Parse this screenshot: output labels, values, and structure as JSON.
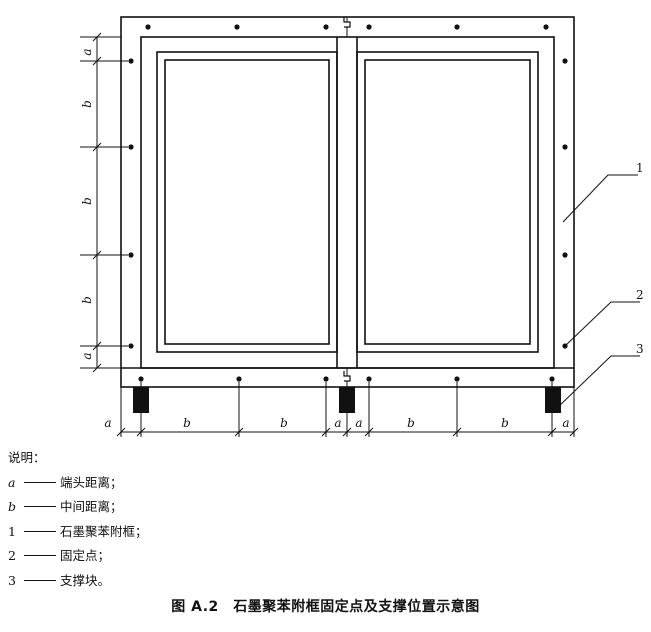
{
  "dimension_labels": {
    "a": "a",
    "b": "b"
  },
  "callouts": [
    "1",
    "2",
    "3"
  ],
  "legend": {
    "heading": "说明：",
    "items": [
      {
        "key": "a",
        "text": "端头距离；",
        "italic": true
      },
      {
        "key": "b",
        "text": "中间距离；",
        "italic": true
      },
      {
        "key": "1",
        "text": "石墨聚苯附框；",
        "italic": false
      },
      {
        "key": "2",
        "text": "固定点；",
        "italic": false
      },
      {
        "key": "3",
        "text": "支撑块。",
        "italic": false
      }
    ]
  },
  "caption": "图 A.2　石墨聚苯附框固定点及支撑位置示意图"
}
